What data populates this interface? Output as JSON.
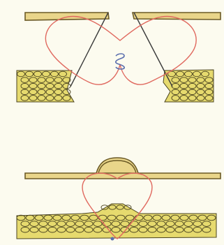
{
  "diagram": {
    "panels": [
      {
        "id": "before-closure",
        "suture": "figure-of-eight",
        "knot": "coiled"
      },
      {
        "id": "after-closure",
        "suture": "tied",
        "knot": "tied"
      }
    ],
    "colors": {
      "background": "#fcfbef",
      "skin_fill": "#e9d58a",
      "skin_line": "#6b5a26",
      "tissue_fill": "#e6da6e",
      "cell_line": "#4a4320",
      "wound_edge": "#3a3a3a",
      "suture": "#e0695f",
      "knot": "#5b6fae"
    }
  }
}
